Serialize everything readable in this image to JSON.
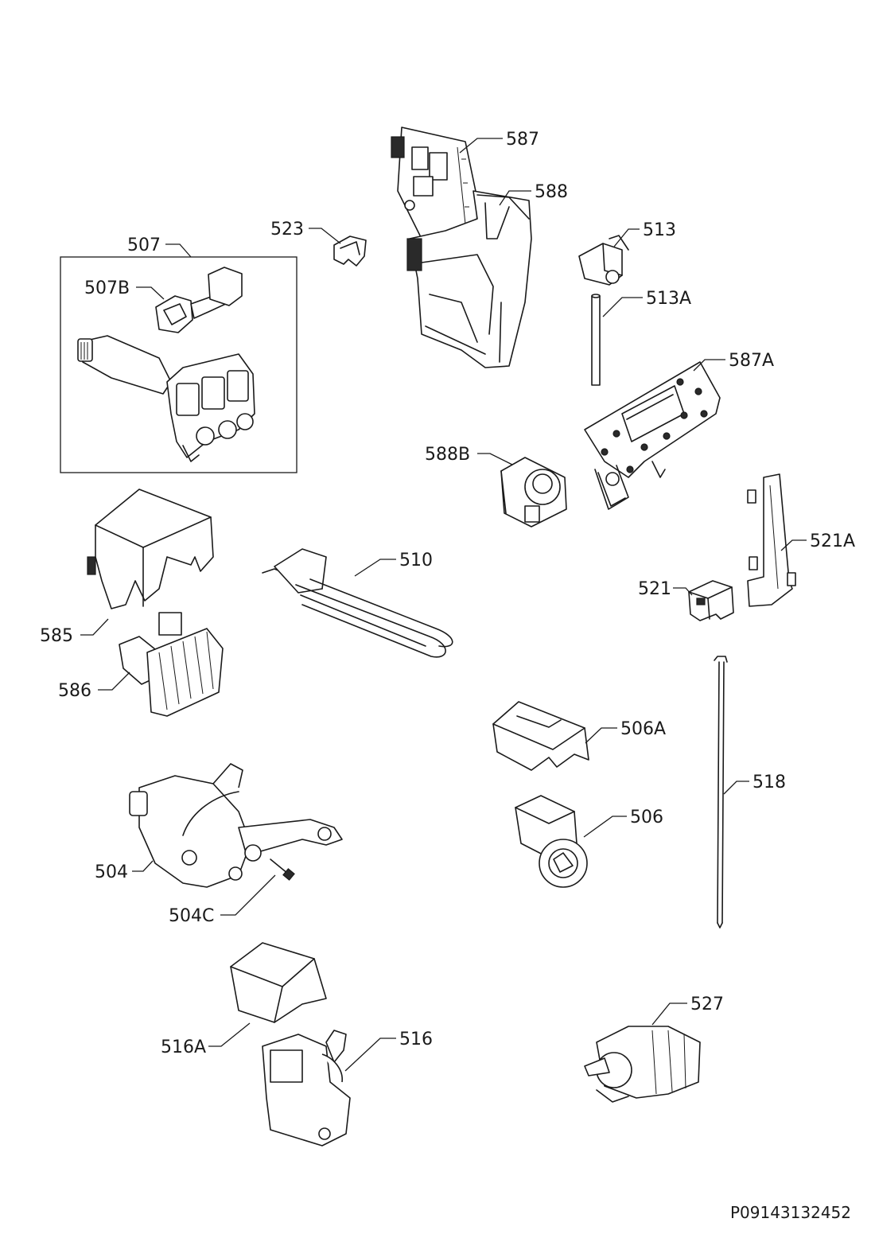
{
  "callouts": {
    "c587": "587",
    "c588": "588",
    "c523": "523",
    "c513": "513",
    "c507": "507",
    "c507B": "507B",
    "c513A": "513A",
    "c587A": "587A",
    "c588B": "588B",
    "c521A": "521A",
    "c510": "510",
    "c521": "521",
    "c585": "585",
    "c586": "586",
    "c506A": "506A",
    "c518": "518",
    "c506": "506",
    "c504": "504",
    "c504C": "504C",
    "c527": "527",
    "c516": "516",
    "c516A": "516A"
  },
  "footer": {
    "drawing_code": "P09143132452"
  }
}
